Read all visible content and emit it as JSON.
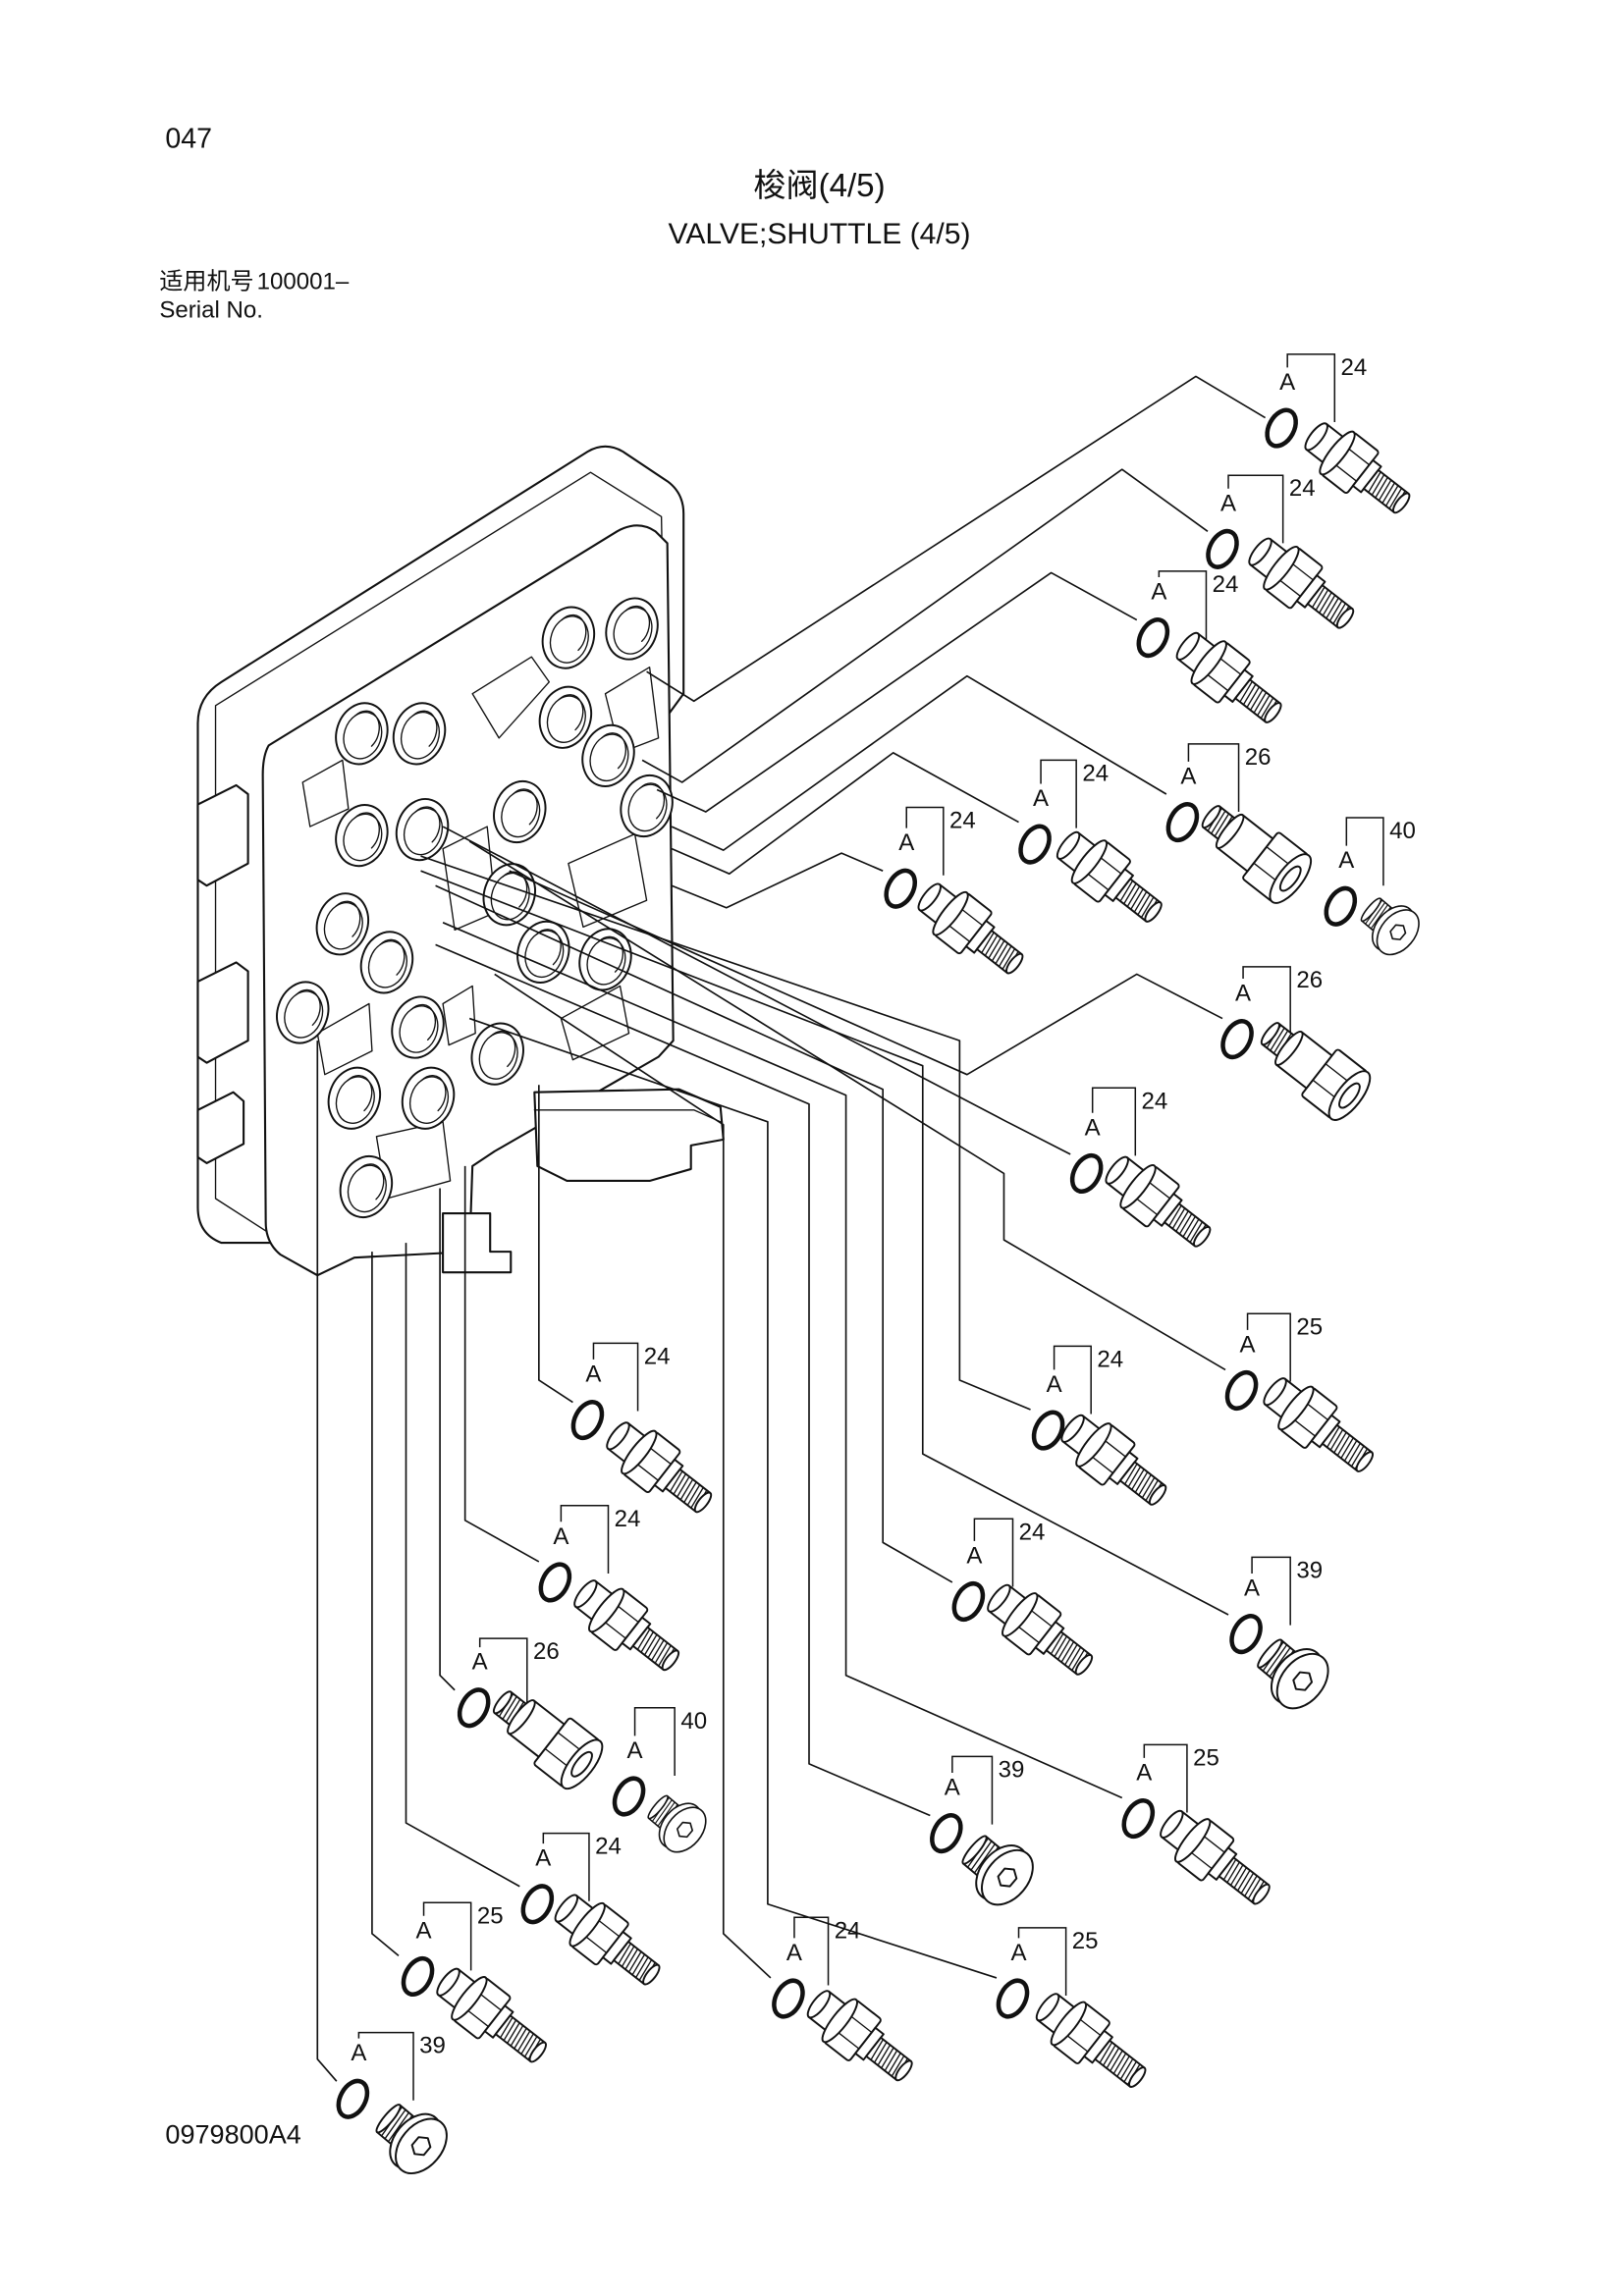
{
  "page_number": "047",
  "title_cn": "梭阀(4/5)",
  "title_en": "VALVE;SHUTTLE (4/5)",
  "serial": {
    "label_cn": "适用机号",
    "value": "100001–",
    "label_en": "Serial No."
  },
  "figure_code": "0979800A4",
  "callouts": [
    {
      "ring": "A",
      "part": "24"
    },
    {
      "ring": "A",
      "part": "24"
    },
    {
      "ring": "A",
      "part": "24"
    },
    {
      "ring": "A",
      "part": "24"
    },
    {
      "ring": "A",
      "part": "26"
    },
    {
      "ring": "A",
      "part": "40"
    },
    {
      "ring": "A",
      "part": "24"
    },
    {
      "ring": "A",
      "part": "26"
    },
    {
      "ring": "A",
      "part": "24"
    },
    {
      "ring": "A",
      "part": "25"
    },
    {
      "ring": "A",
      "part": "24"
    },
    {
      "ring": "A",
      "part": "24"
    },
    {
      "ring": "A",
      "part": "24"
    },
    {
      "ring": "A",
      "part": "24"
    },
    {
      "ring": "A",
      "part": "39"
    },
    {
      "ring": "A",
      "part": "26"
    },
    {
      "ring": "A",
      "part": "40"
    },
    {
      "ring": "A",
      "part": "39"
    },
    {
      "ring": "A",
      "part": "25"
    },
    {
      "ring": "A",
      "part": "24"
    },
    {
      "ring": "A",
      "part": "25"
    },
    {
      "ring": "A",
      "part": "24"
    },
    {
      "ring": "A",
      "part": "25"
    },
    {
      "ring": "A",
      "part": "39"
    }
  ]
}
